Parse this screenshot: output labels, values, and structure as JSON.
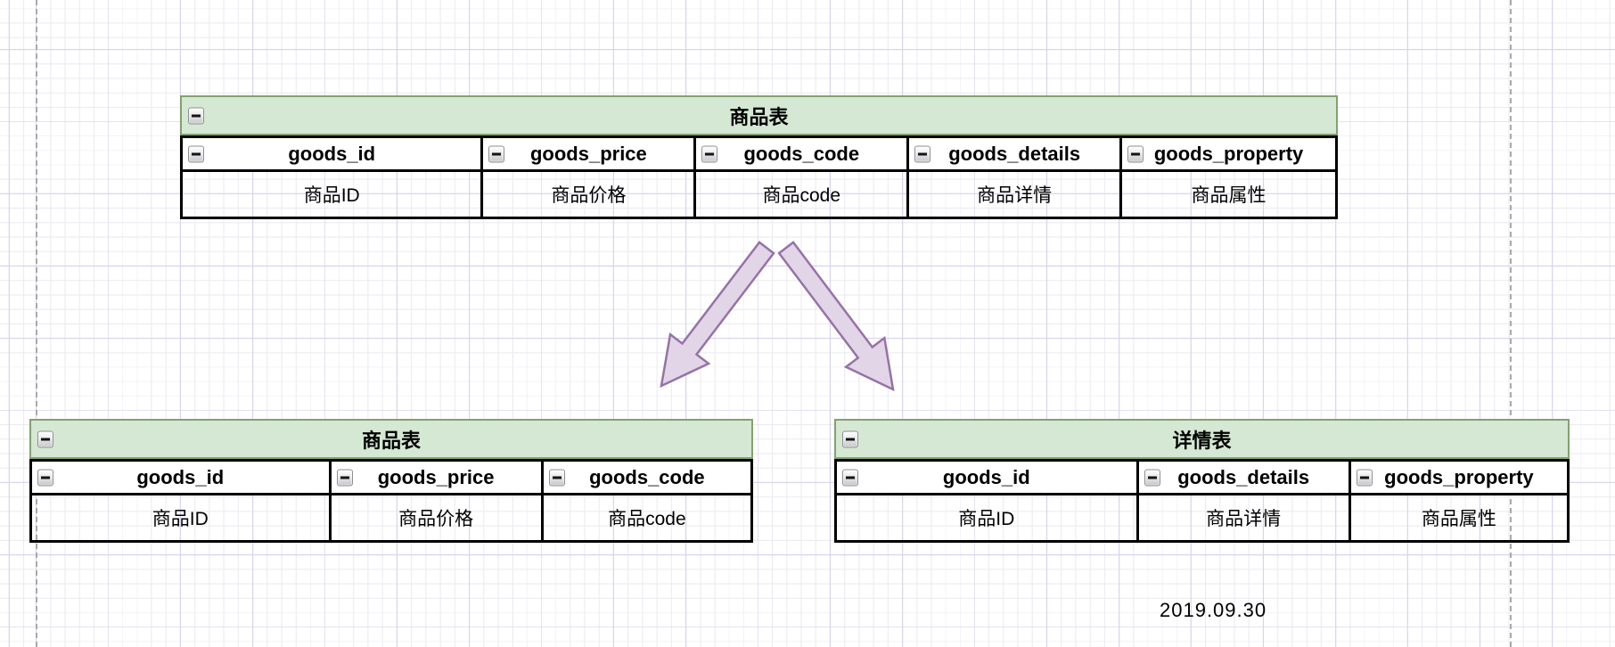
{
  "colors": {
    "header-fill": "#d5e8d4",
    "header-stroke": "#84a070",
    "arrow-fill": "#e1d5e7",
    "arrow-stroke": "#9673a6"
  },
  "icons": {
    "collapse": "collapse-minus-icon"
  },
  "diagram": {
    "date_label": "2019.09.30",
    "tables": {
      "top": {
        "title": "商品表",
        "columns": [
          {
            "name": "goods_id",
            "label": "商品ID"
          },
          {
            "name": "goods_price",
            "label": "商品价格"
          },
          {
            "name": "goods_code",
            "label": "商品code"
          },
          {
            "name": "goods_details",
            "label": "商品详情"
          },
          {
            "name": "goods_property",
            "label": "商品属性"
          }
        ]
      },
      "bottom_left": {
        "title": "商品表",
        "columns": [
          {
            "name": "goods_id",
            "label": "商品ID"
          },
          {
            "name": "goods_price",
            "label": "商品价格"
          },
          {
            "name": "goods_code",
            "label": "商品code"
          }
        ]
      },
      "bottom_right": {
        "title": "详情表",
        "columns": [
          {
            "name": "goods_id",
            "label": "商品ID"
          },
          {
            "name": "goods_details",
            "label": "商品详情"
          },
          {
            "name": "goods_property",
            "label": "商品属性"
          }
        ]
      }
    }
  }
}
